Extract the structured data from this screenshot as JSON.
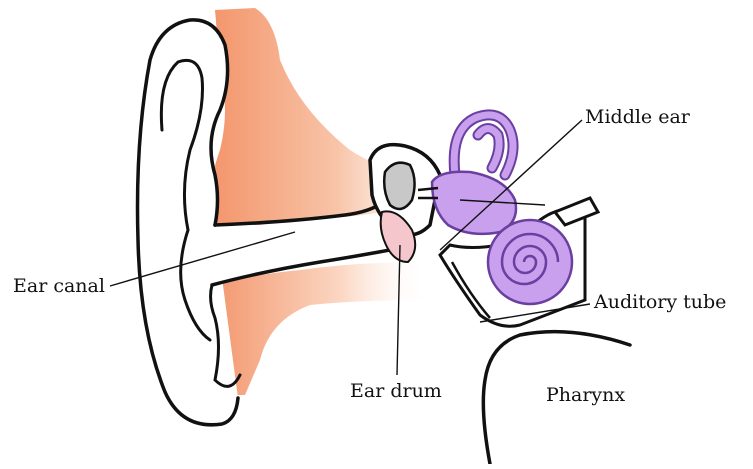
{
  "labels": {
    "middle_ear": "Middle ear",
    "auditory_tube": "Auditory tube",
    "ear_canal": "Ear canal",
    "ear_drum": "Ear drum",
    "pharynx": "Pharynx"
  },
  "colors": {
    "skin": "#f4a582",
    "cochlea": "#c9a0ee",
    "cochlea_outline": "#6b3fa0",
    "eardrum": "#f5c6cc",
    "ossicle_grey": "#c8c8c8",
    "outline": "#111111"
  }
}
